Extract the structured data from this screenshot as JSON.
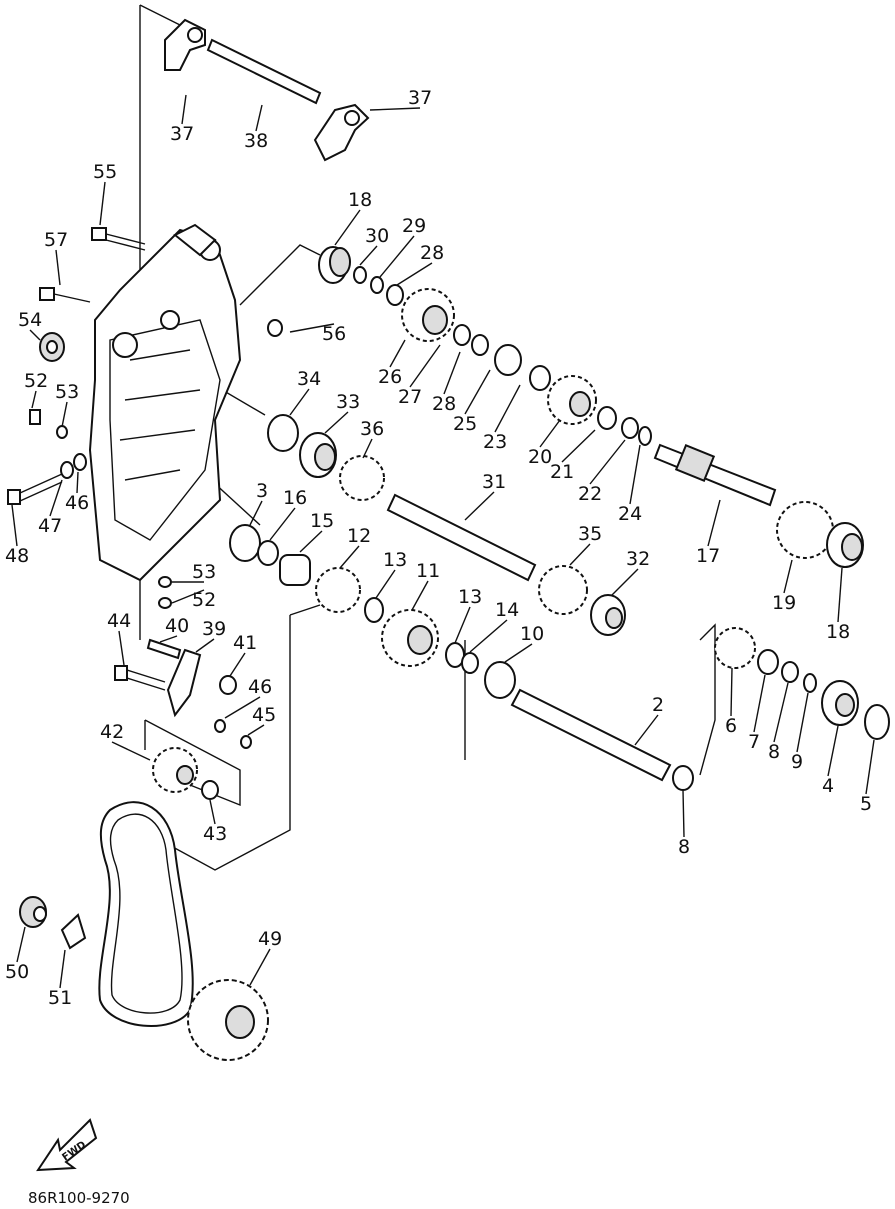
{
  "diagram_code": "86R100-9270",
  "fwd_label": "FWD",
  "callouts": [
    {
      "id": "c1",
      "label": "37"
    },
    {
      "id": "c2",
      "label": "38"
    },
    {
      "id": "c3",
      "label": "37"
    },
    {
      "id": "c4",
      "label": "55"
    },
    {
      "id": "c5",
      "label": "57"
    },
    {
      "id": "c6",
      "label": "18"
    },
    {
      "id": "c7",
      "label": "30"
    },
    {
      "id": "c8",
      "label": "29"
    },
    {
      "id": "c9",
      "label": "28"
    },
    {
      "id": "c10",
      "label": "56"
    },
    {
      "id": "c11",
      "label": "54"
    },
    {
      "id": "c12",
      "label": "52"
    },
    {
      "id": "c13",
      "label": "53"
    },
    {
      "id": "c14",
      "label": "34"
    },
    {
      "id": "c15",
      "label": "33"
    },
    {
      "id": "c16",
      "label": "26"
    },
    {
      "id": "c17",
      "label": "27"
    },
    {
      "id": "c18",
      "label": "28"
    },
    {
      "id": "c19",
      "label": "25"
    },
    {
      "id": "c20",
      "label": "23"
    },
    {
      "id": "c21",
      "label": "20"
    },
    {
      "id": "c22",
      "label": "21"
    },
    {
      "id": "c23",
      "label": "22"
    },
    {
      "id": "c24",
      "label": "24"
    },
    {
      "id": "c25",
      "label": "36"
    },
    {
      "id": "c26",
      "label": "3"
    },
    {
      "id": "c27",
      "label": "16"
    },
    {
      "id": "c28",
      "label": "15"
    },
    {
      "id": "c29",
      "label": "31"
    },
    {
      "id": "c30",
      "label": "17"
    },
    {
      "id": "c31",
      "label": "46"
    },
    {
      "id": "c32",
      "label": "47"
    },
    {
      "id": "c33",
      "label": "48"
    },
    {
      "id": "c34",
      "label": "12"
    },
    {
      "id": "c35",
      "label": "13"
    },
    {
      "id": "c36",
      "label": "11"
    },
    {
      "id": "c37",
      "label": "35"
    },
    {
      "id": "c38",
      "label": "32"
    },
    {
      "id": "c39",
      "label": "19"
    },
    {
      "id": "c40",
      "label": "18"
    },
    {
      "id": "c41",
      "label": "53"
    },
    {
      "id": "c42",
      "label": "52"
    },
    {
      "id": "c43",
      "label": "44"
    },
    {
      "id": "c44",
      "label": "40"
    },
    {
      "id": "c45",
      "label": "39"
    },
    {
      "id": "c46",
      "label": "41"
    },
    {
      "id": "c47",
      "label": "13"
    },
    {
      "id": "c48",
      "label": "14"
    },
    {
      "id": "c49",
      "label": "10"
    },
    {
      "id": "c50",
      "label": "46"
    },
    {
      "id": "c51",
      "label": "45"
    },
    {
      "id": "c52",
      "label": "42"
    },
    {
      "id": "c53",
      "label": "2"
    },
    {
      "id": "c54",
      "label": "6"
    },
    {
      "id": "c55",
      "label": "7"
    },
    {
      "id": "c56",
      "label": "8"
    },
    {
      "id": "c57",
      "label": "9"
    },
    {
      "id": "c58",
      "label": "4"
    },
    {
      "id": "c59",
      "label": "5"
    },
    {
      "id": "c60",
      "label": "43"
    },
    {
      "id": "c61",
      "label": "8"
    },
    {
      "id": "c62",
      "label": "49"
    },
    {
      "id": "c63",
      "label": "50"
    },
    {
      "id": "c64",
      "label": "51"
    }
  ]
}
